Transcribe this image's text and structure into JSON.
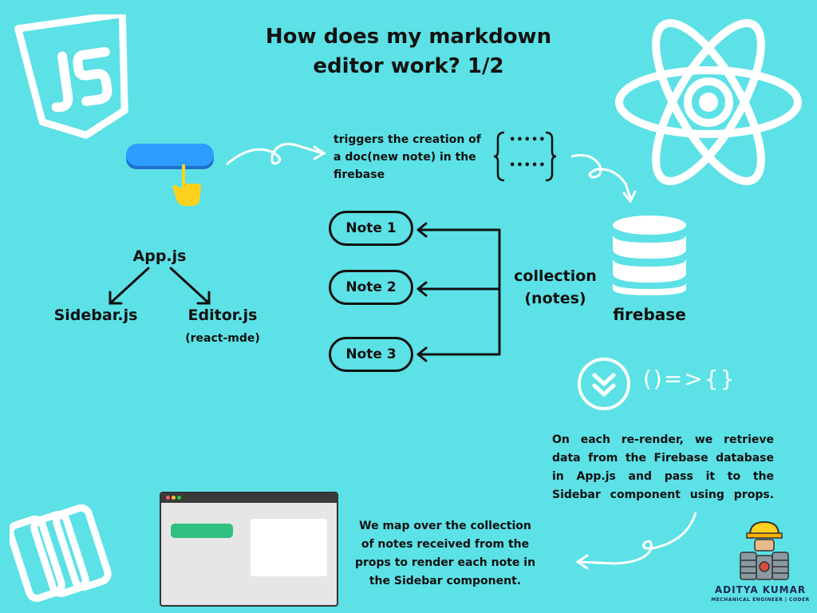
{
  "title": {
    "line1": "How does my markdown",
    "line2": "editor work? 1/2"
  },
  "trigger_text": {
    "line1": "triggers the creation of",
    "line2": "a doc(new note) in the",
    "line3": "firebase"
  },
  "doc_placeholder": {
    "line1": "•••••",
    "line2": "•••••"
  },
  "tree": {
    "root": "App.js",
    "left": "Sidebar.js",
    "right": "Editor.js",
    "right_sub": "(react-mde)"
  },
  "notes": [
    "Note 1",
    "Note 2",
    "Note 3"
  ],
  "collection_label": {
    "line1": "collection",
    "line2": "(notes)"
  },
  "database_label": "firebase",
  "arrow_func_text": "()=>{}",
  "rerender_paragraph": [
    "On each re-render, we retrieve",
    "data from the Firebase database",
    "in App.js and pass it to the",
    "Sidebar component using props."
  ],
  "map_paragraph": [
    "We map over the collection",
    "of notes received from the",
    "props to render each note in",
    "the Sidebar component."
  ],
  "author": {
    "name": "ADITYA KUMAR",
    "tagline": "MECHANICAL ENGINEER | CODER"
  },
  "icons": [
    "javascript-icon",
    "react-atom-icon",
    "hand-pointer-icon",
    "database-icon",
    "chevron-down-circle-icon",
    "app-cards-icon",
    "engineer-logo"
  ],
  "colors": {
    "background": "#5ce1e6",
    "button_blue": "#2c9cff",
    "hand_yellow": "#ffd21f",
    "green_bar": "#2fbf7f",
    "window_gray": "#e6e6e6",
    "window_bar": "#3a3a3a"
  }
}
